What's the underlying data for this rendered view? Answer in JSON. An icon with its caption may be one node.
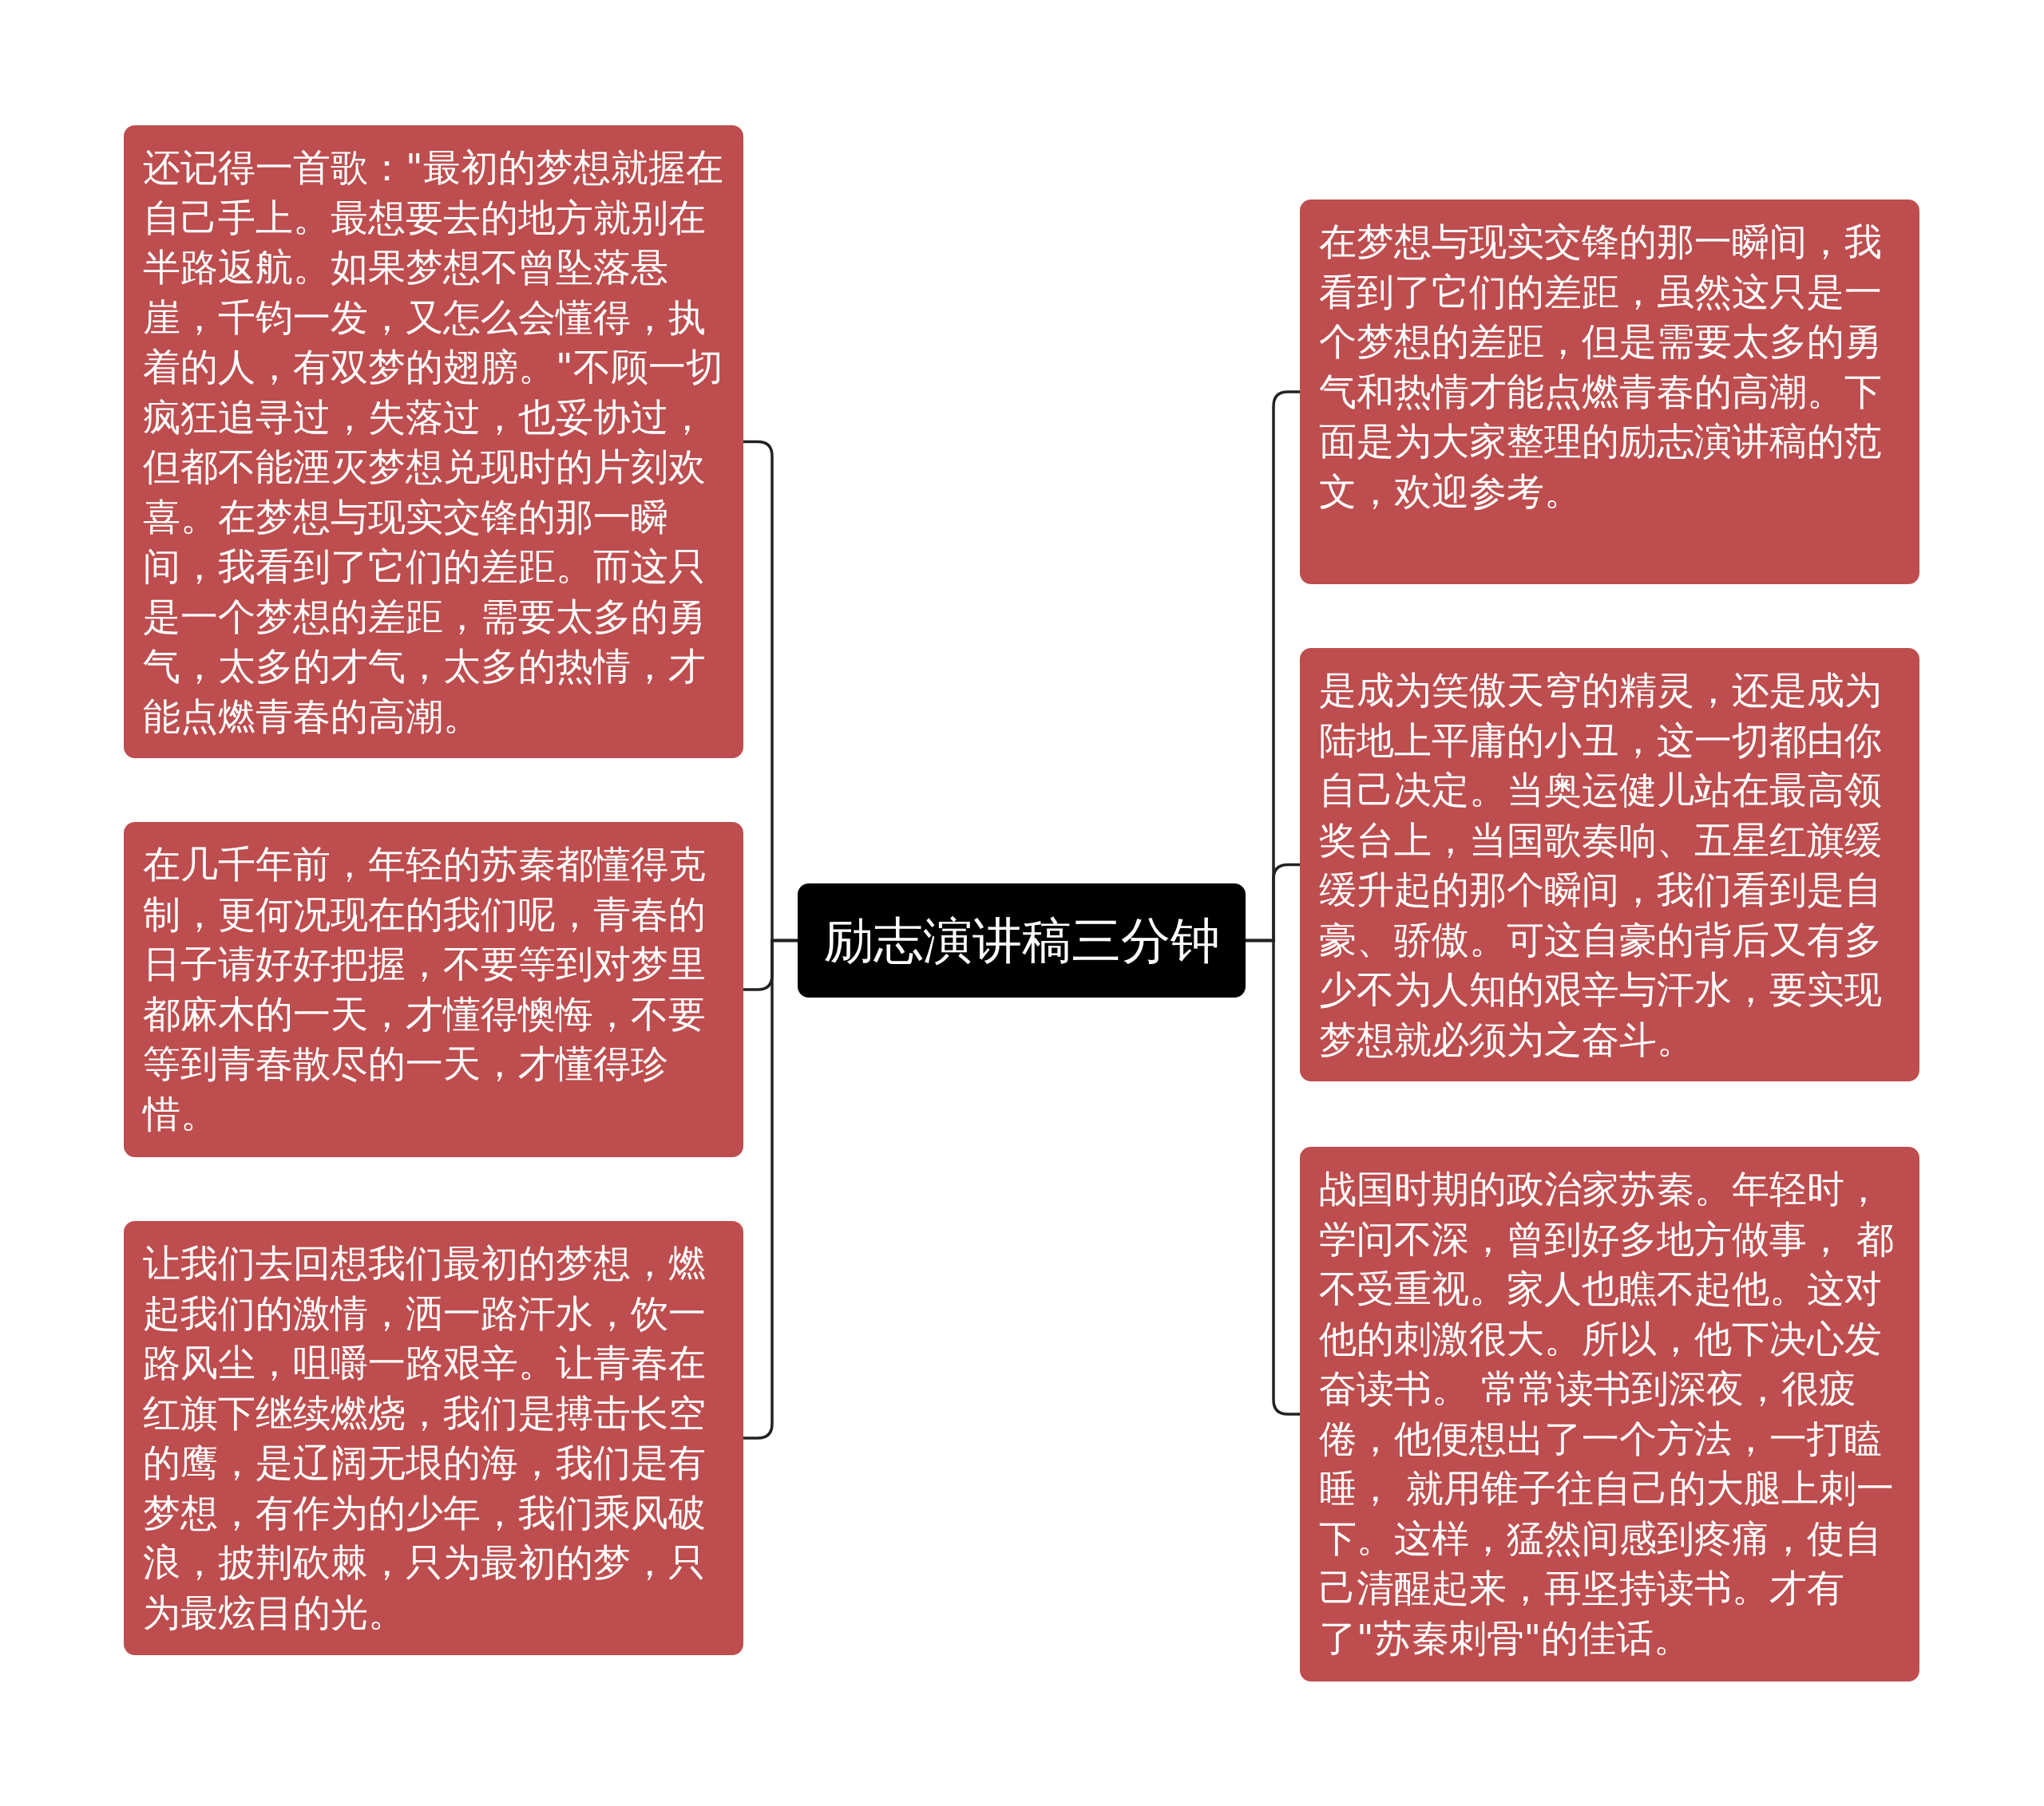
{
  "diagram": {
    "nodes": [
      {
        "text": [
          "励志演讲稿三分钟"
        ]
      },
      {
        "text": [
          "还记得一首歌：\"最初的梦想就握在自己手上。最想要去的地方就别在半路返航。如果梦想不曾坠落悬崖，千钧一发，又怎么会懂得，执着的人，有双梦的翅膀。\"不顾一切疯狂追寻过，失落过，也妥协过，但都不能湮灭梦想兑现时的片刻欢喜。在梦想与现实交锋的那一瞬间，我看到了它们的差距。而这只是一个梦想的差距，需要太多的勇气，太多的才气，太多的热情，才能点燃青春的高潮。"
        ]
      },
      {
        "text": [
          "在几千年前，年轻的苏秦都懂得克制，更何况现在的我们呢，青春的日子请好好把握，不要等到对梦里都麻木的一天，才懂得懊悔，不要等到青春散尽的一天，才懂得珍惜。"
        ]
      },
      {
        "text": [
          "让我们去回想我们最初的梦想，燃起我们的激情，洒一路汗水，饮一路风尘，咀嚼一路艰辛。让青春在红旗下继续燃烧，我们是搏击长空的鹰，是辽阔无垠的海，我们是有梦想，有作为的少年，我们乘风破浪，披荆砍棘，只为最初的梦，只为最炫目的光。"
        ]
      },
      {
        "text": [
          "在梦想与现实交锋的那一瞬间，我看到了它们的差距，虽然这只是一个梦想的差距，但是需要太多的勇气和热情才能点燃青春的高潮。下面是为大家整理的励志演讲稿的范文，欢迎参考。"
        ]
      },
      {
        "text": [
          "是成为笑傲天穹的精灵，还是成为陆地上平庸的小丑，这一切都由你自己决定。当奥运健儿站在最高领奖台上，当国歌奏响、五星红旗缓缓升起的那个瞬间，我们看到是自豪、骄傲。可这自豪的背后又有多少不为人知的艰辛与汗水，要实现梦想就必须为之奋斗。"
        ]
      },
      {
        "text": [
          "战国时期的政治家苏秦。年轻时，学问不深，曾到好多地方做事， 都不受重视。家人也瞧不起他。这对他的刺激很大。所以，他下决心发奋读书。 常常读书到深夜，很疲倦，他便想出了一个方法，一打瞌睡， 就用锥子往自己的大腿上刺一下。这样，猛然间感到疼痛，使自己清醒起来，再坚持读书。才有了\"苏秦刺骨\"的佳话。"
        ]
      }
    ],
    "edges": [
      {
        "from": 0,
        "to": 1,
        "arrow": "none"
      },
      {
        "from": 0,
        "to": 2,
        "arrow": "none"
      },
      {
        "from": 0,
        "to": 3,
        "arrow": "none"
      },
      {
        "from": 0,
        "to": 4,
        "arrow": "none"
      },
      {
        "from": 0,
        "to": 5,
        "arrow": "none"
      },
      {
        "from": 0,
        "to": 6,
        "arrow": "none"
      }
    ]
  }
}
